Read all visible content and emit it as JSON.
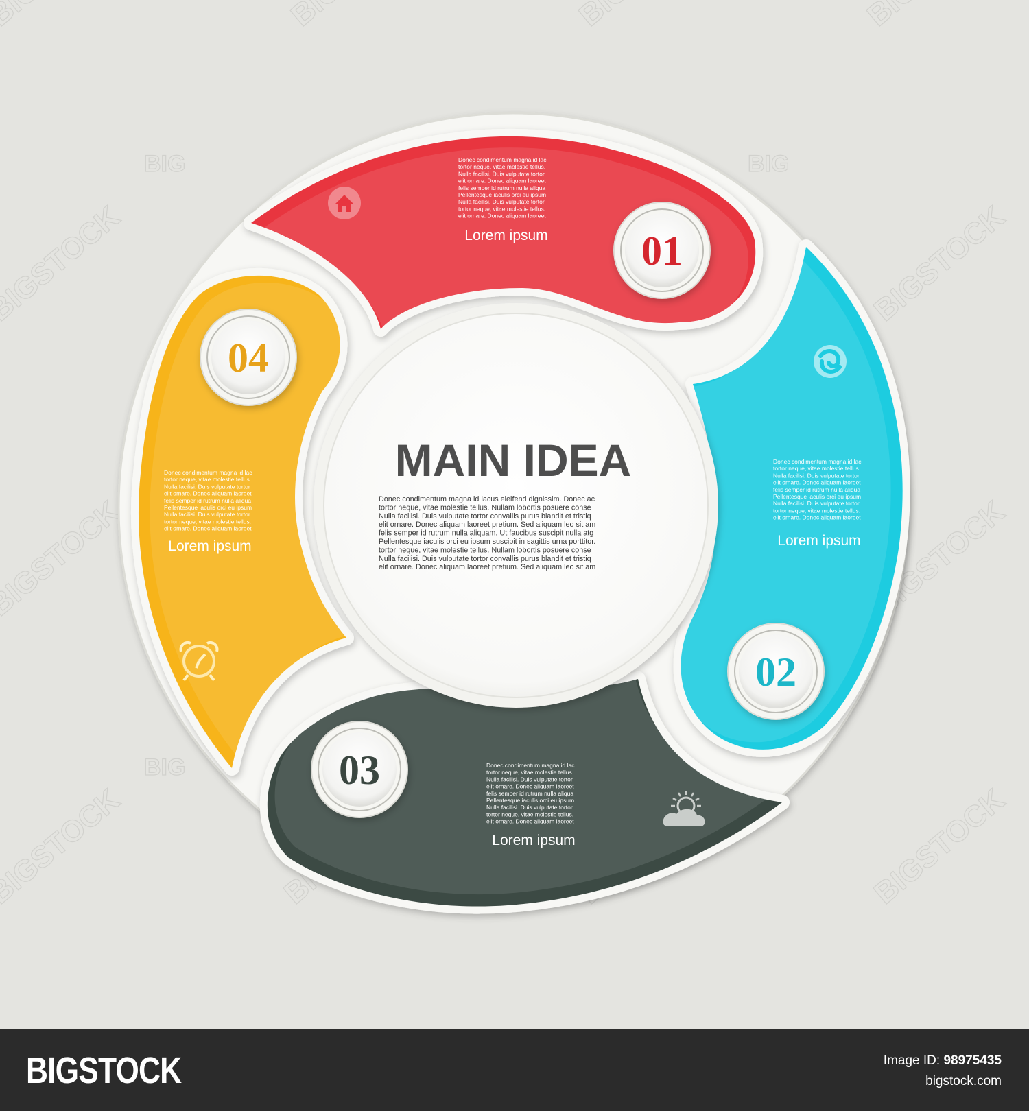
{
  "center": {
    "title": "MAIN IDEA",
    "body_lines": [
      "Donec condimentum magna id lacus eleifend dignissim. Donec ac",
      "tortor neque, vitae molestie tellus. Nullam lobortis posuere  conse",
      "Nulla facilisi. Duis vulputate tortor convallis purus blandit et tristiq",
      "elit ornare. Donec aliquam laoreet pretium. Sed aliquam leo sit am",
      "felis semper id rutrum nulla aliquam. Ut faucibus suscipit nulla atg",
      "Pellentesque iaculis orci eu ipsum suscipit in sagittis urna porttitor.",
      "tortor neque, vitae molestie tellus. Nullam lobortis posuere  conse",
      "Nulla facilisi. Duis vulputate tortor convallis purus blandit et tristiq",
      "elit ornare. Donec aliquam laoreet pretium. Sed aliquam leo sit am"
    ]
  },
  "segments": [
    {
      "number": "01",
      "caption": "Lorem ipsum",
      "icon": "home-icon",
      "color": "#e8353f",
      "number_color": "#d4262e",
      "text_lines": [
        "Donec condimentum magna id lac",
        "tortor neque, vitae molestie tellus.",
        "Nulla facilisi. Duis vulputate tortor",
        "elit ornare. Donec aliquam laoreet",
        "felis semper id rutrum nulla aliqua",
        "Pellentesque iaculis orci eu ipsum",
        "Nulla facilisi. Duis vulputate tortor",
        "tortor neque, vitae molestie tellus.",
        "elit ornare. Donec aliquam laoreet"
      ]
    },
    {
      "number": "02",
      "caption": "Lorem ipsum",
      "icon": "swirl-icon",
      "color": "#1dcce0",
      "number_color": "#1db6c8",
      "text_lines": [
        "Donec condimentum magna id lac",
        "tortor neque, vitae molestie tellus.",
        "Nulla facilisi. Duis vulputate tortor",
        "elit ornare. Donec aliquam laoreet",
        "felis semper id rutrum nulla aliqua",
        "Pellentesque iaculis orci eu ipsum",
        "Nulla facilisi. Duis vulputate tortor",
        "tortor neque, vitae molestie tellus.",
        "elit ornare. Donec aliquam laoreet"
      ]
    },
    {
      "number": "03",
      "caption": "Lorem ipsum",
      "icon": "sun-cloud-icon",
      "color": "#3c4a44",
      "number_color": "#3a4640",
      "text_lines": [
        "Donec condimentum magna id lac",
        "tortor neque, vitae molestie tellus.",
        "Nulla facilisi. Duis vulputate tortor",
        "elit ornare. Donec aliquam laoreet",
        "felis semper id rutrum nulla aliqua",
        "Pellentesque iaculis orci eu ipsum",
        "Nulla facilisi. Duis vulputate tortor",
        "tortor neque, vitae molestie tellus.",
        "elit ornare. Donec aliquam laoreet"
      ]
    },
    {
      "number": "04",
      "caption": "Lorem ipsum",
      "icon": "alarm-clock-icon",
      "color": "#f7b41a",
      "number_color": "#e7a21a",
      "text_lines": [
        "Donec condimentum magna id lac",
        "tortor neque, vitae molestie tellus.",
        "Nulla facilisi. Duis vulputate tortor",
        "elit ornare. Donec aliquam laoreet",
        "felis semper id rutrum nulla aliqua",
        "Pellentesque iaculis orci eu ipsum",
        "Nulla facilisi. Duis vulputate tortor",
        "tortor neque, vitae molestie tellus.",
        "elit ornare. Donec aliquam laoreet"
      ]
    }
  ],
  "watermark": {
    "text": "BIGSTOCK",
    "short": "BIG"
  },
  "footer": {
    "logo": "BIGSTOCK",
    "image_id_label": "Image ID:",
    "image_id": "98975435",
    "site": "bigstock.com"
  }
}
